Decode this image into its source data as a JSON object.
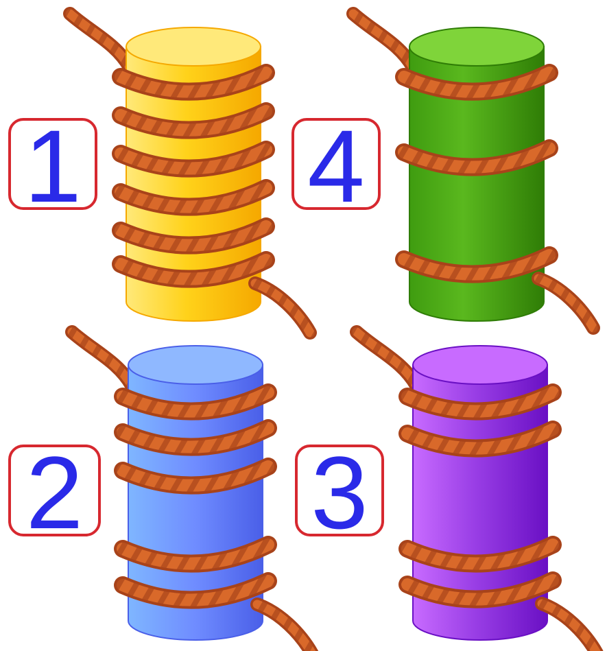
{
  "items": [
    {
      "number": "1",
      "color": "yellow",
      "wraps": 6,
      "body_color": "#ffd21a",
      "dark_color": "#f5a800",
      "light_color": "#ffe97a"
    },
    {
      "number": "4",
      "color": "green",
      "wraps": 3,
      "body_color": "#4fb018",
      "dark_color": "#2f7d06",
      "light_color": "#7fd43a"
    },
    {
      "number": "2",
      "color": "blue",
      "wraps": 5,
      "body_color": "#6f8cff",
      "dark_color": "#4a5fe8",
      "light_color": "#8fb8ff"
    },
    {
      "number": "3",
      "color": "purple",
      "wraps": 4,
      "body_color": "#9a3fe6",
      "dark_color": "#6a10c4",
      "light_color": "#c86bff"
    }
  ],
  "rope_color": "#d9692a",
  "rope_dark": "#a8431a",
  "label_border": "#d7282f",
  "label_text_color": "#2a2ae8"
}
